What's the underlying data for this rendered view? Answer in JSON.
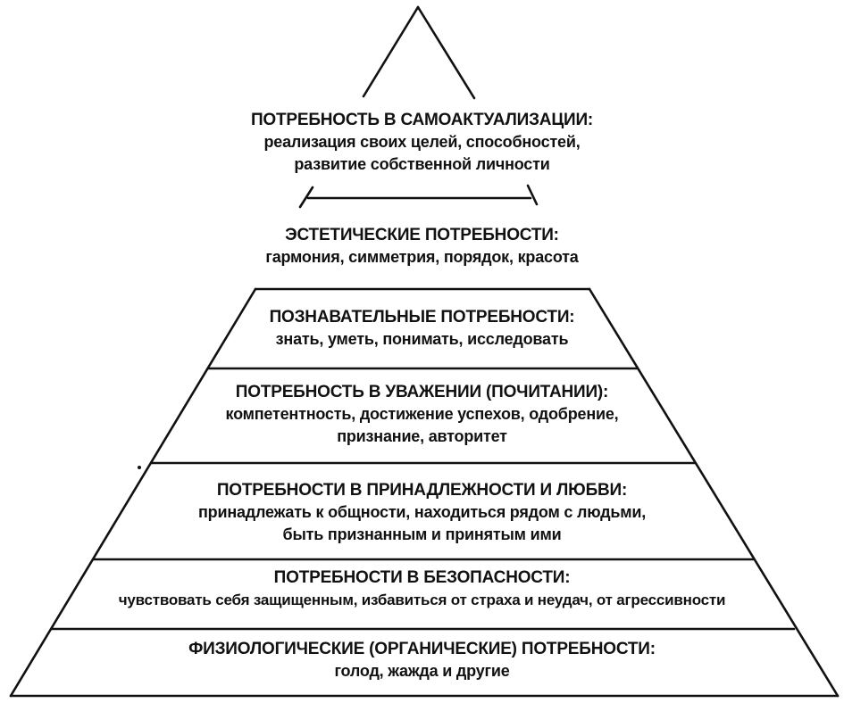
{
  "pyramid": {
    "levels": [
      {
        "title": "ПОТРЕБНОСТЬ В САМОАКТУАЛИЗАЦИИ:",
        "lines": [
          "реализация своих целей, способностей,",
          "развитие собственной личности"
        ]
      },
      {
        "title": "ЭСТЕТИЧЕСКИЕ ПОТРЕБНОСТИ:",
        "lines": [
          "гармония, симметрия, порядок, красота"
        ]
      },
      {
        "title": "ПОЗНАВАТЕЛЬНЫЕ ПОТРЕБНОСТИ:",
        "lines": [
          "знать, уметь, понимать, исследовать"
        ]
      },
      {
        "title": "ПОТРЕБНОСТЬ В УВАЖЕНИИ (ПОЧИТАНИИ):",
        "lines": [
          "компетентность, достижение успехов, одобрение,",
          "признание, авторитет"
        ]
      },
      {
        "title": "ПОТРЕБНОСТИ В ПРИНАДЛЕЖНОСТИ И ЛЮБВИ:",
        "lines": [
          "принадлежать к общности, находиться рядом с людьми,",
          "быть признанным и принятым ими"
        ]
      },
      {
        "title": "ПОТРЕБНОСТИ В БЕЗОПАСНОСТИ:",
        "lines": [
          "чувствовать себя защищенным, избавиться от страха и неудач, от агрессивности"
        ]
      },
      {
        "title": "ФИЗИОЛОГИЧЕСКИЕ (ОРГАНИЧЕСКИЕ) ПОТРЕБНОСТИ:",
        "lines": [
          "голод, жажда и другие"
        ]
      }
    ]
  }
}
